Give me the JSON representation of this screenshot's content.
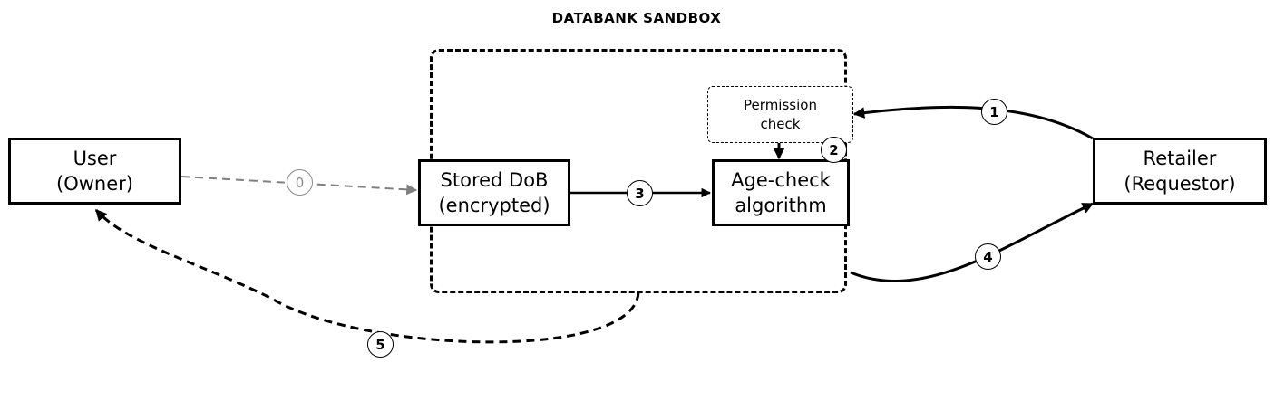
{
  "title": "DATABANK SANDBOX",
  "nodes": {
    "user": {
      "line1": "User",
      "line2": "(Owner)"
    },
    "stored_dob": {
      "line1": "Stored DoB",
      "line2": "(encrypted)"
    },
    "age_check": {
      "line1": "Age-check",
      "line2": "algorithm"
    },
    "permission": {
      "line1": "Permission",
      "line2": "check"
    },
    "retailer": {
      "line1": "Retailer",
      "line2": "(Requestor)"
    }
  },
  "steps": [
    "0",
    "1",
    "2",
    "3",
    "4",
    "5"
  ],
  "colors": {
    "line": "#000000",
    "muted": "#808080"
  }
}
